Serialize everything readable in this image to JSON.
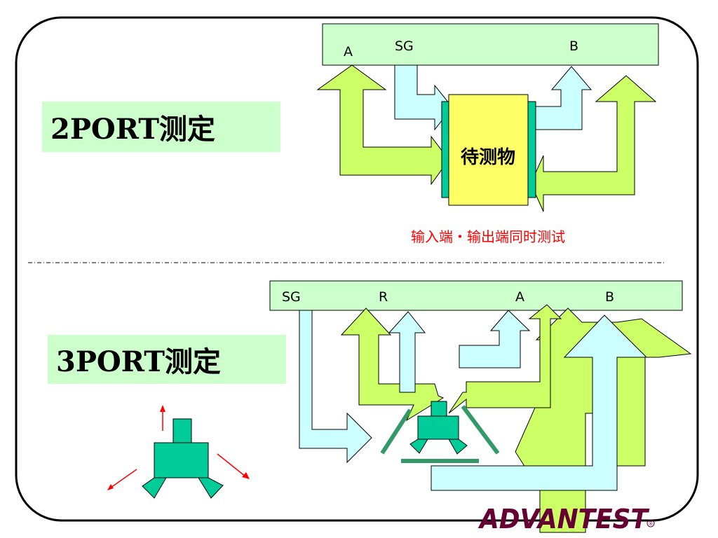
{
  "colors": {
    "green_arrow": "#ccff66",
    "blue_arrow": "#ccffff",
    "band": "#ccffcc",
    "title_bg": "#ccffcc",
    "dut_fill": "#ffff66",
    "port_fill": "#00cc99",
    "red_text": "#ff0000",
    "logo": "#660033"
  },
  "two_port": {
    "title": "2PORT测定",
    "band_labels": {
      "a": "A",
      "sg": "SG",
      "b": "B"
    },
    "dut_label": "待测物",
    "caption": "输入端・输出端同时测试"
  },
  "three_port": {
    "title": "3PORT测定",
    "band_labels": {
      "sg": "SG",
      "r": "R",
      "a": "A",
      "b": "B"
    }
  },
  "logo": {
    "text": "ADVANTEST",
    "mark": "®"
  }
}
